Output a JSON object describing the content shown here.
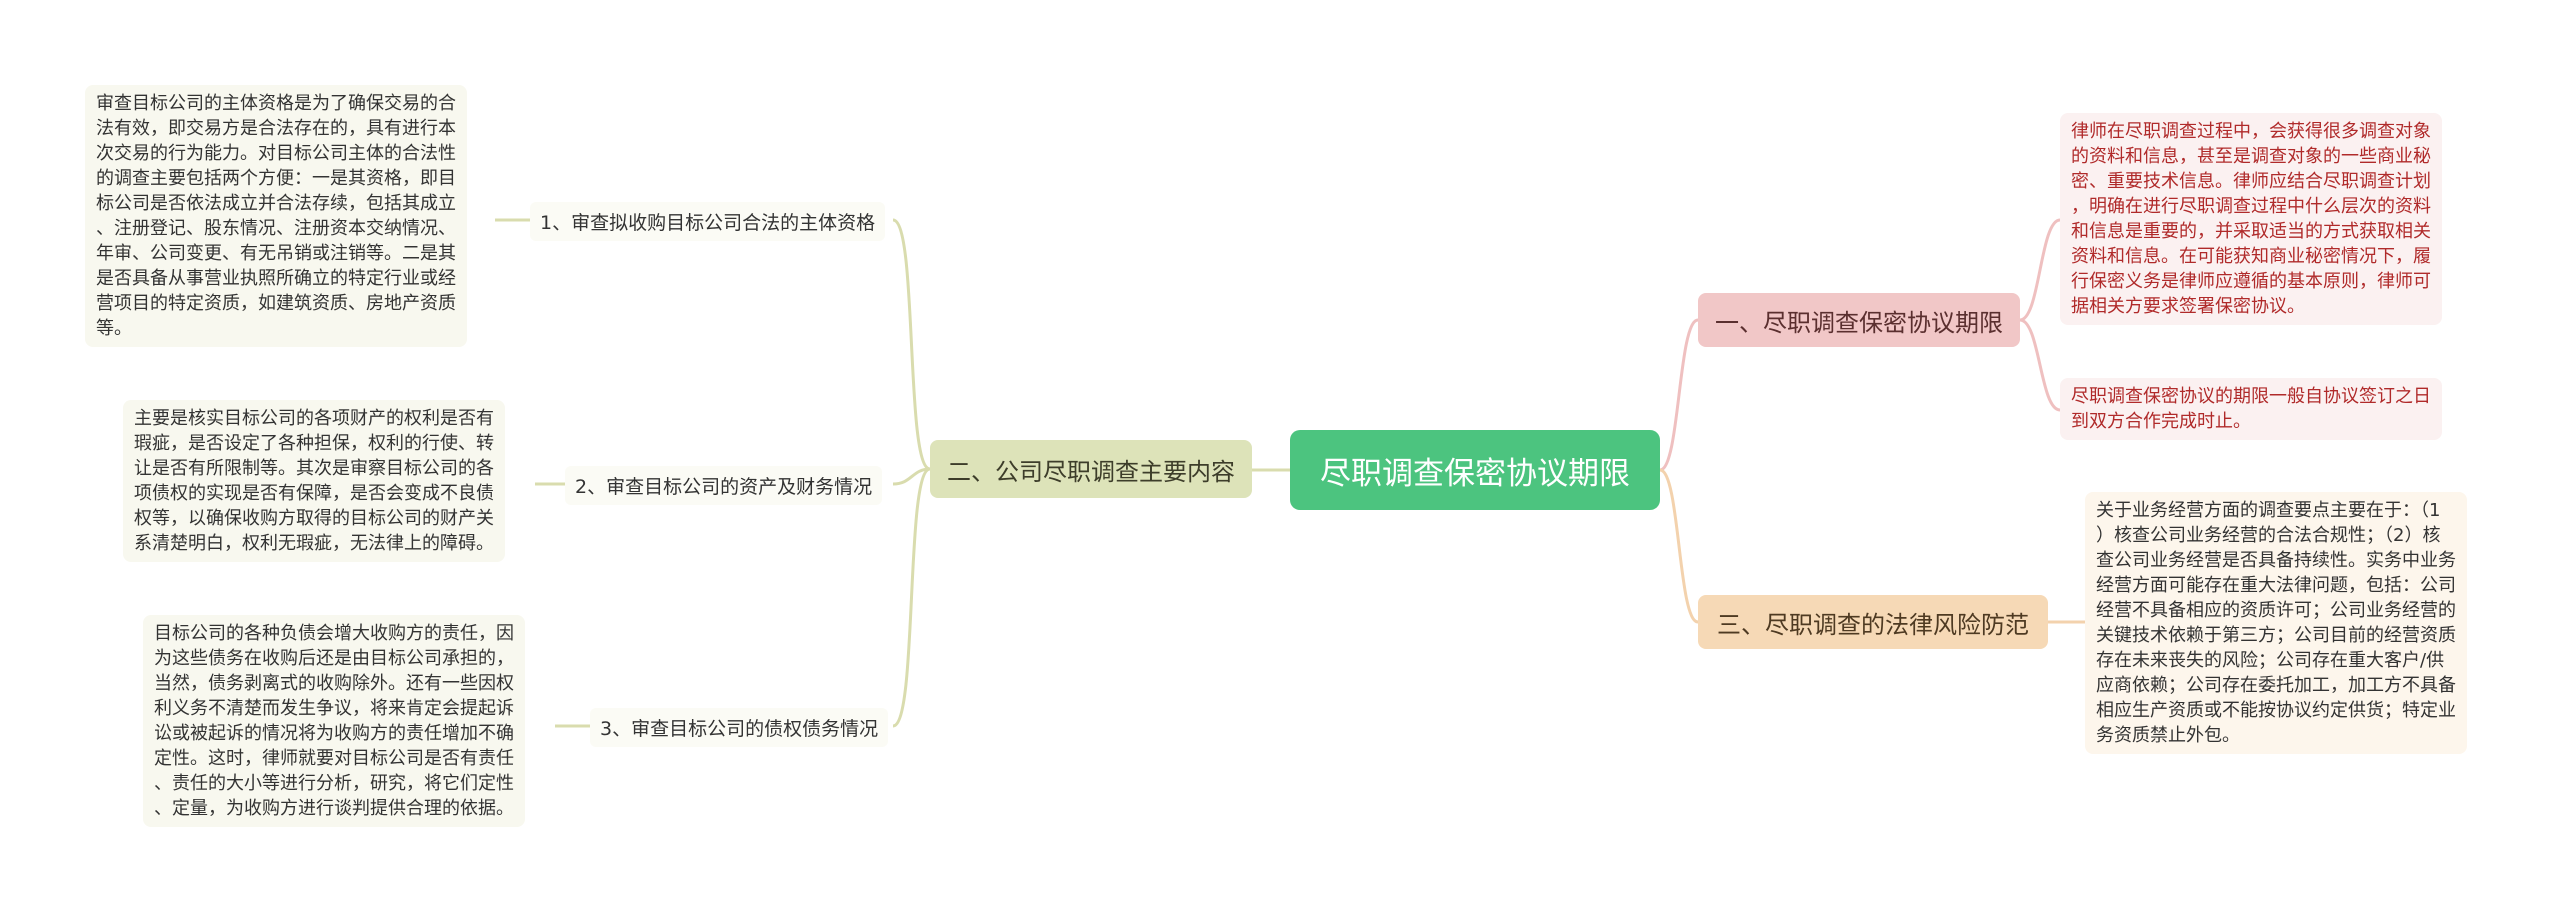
{
  "root": {
    "label": "尽职调查保密协议期限"
  },
  "left_branch": {
    "label": "二、公司尽职调查主要内容",
    "children": [
      {
        "label": "1、审查拟收购目标公司合法的主体资格",
        "detail": [
          "审查目标公司的主体资格是为了确保交易的合",
          "法有效，即交易方是合法存在的，具有进行本",
          "次交易的行为能力。对目标公司主体的合法性",
          "的调查主要包括两个方便：一是其资格，即目",
          "标公司是否依法成立并合法存续，包括其成立",
          "、注册登记、股东情况、注册资本交纳情况、",
          "年审、公司变更、有无吊销或注销等。二是其",
          "是否具备从事营业执照所确立的特定行业或经",
          "营项目的特定资质，如建筑资质、房地产资质",
          "等。"
        ]
      },
      {
        "label": "2、审查目标公司的资产及财务情况",
        "detail": [
          "主要是核实目标公司的各项财产的权利是否有",
          "瑕疵，是否设定了各种担保，权利的行使、转",
          "让是否有所限制等。其次是审察目标公司的各",
          "项债权的实现是否有保障，是否会变成不良债",
          "权等，以确保收购方取得的目标公司的财产关",
          "系清楚明白，权利无瑕疵，无法律上的障碍。"
        ]
      },
      {
        "label": "3、审查目标公司的债权债务情况",
        "detail": [
          "目标公司的各种负债会增大收购方的责任，因",
          "为这些债务在收购后还是由目标公司承担的，",
          "当然，债务剥离式的收购除外。还有一些因权",
          "利义务不清楚而发生争议，将来肯定会提起诉",
          "讼或被起诉的情况将为收购方的责任增加不确",
          "定性。这时，律师就要对目标公司是否有责任",
          "、责任的大小等进行分析，研究，将它们定性",
          "、定量，为收购方进行谈判提供合理的依据。"
        ]
      }
    ]
  },
  "right_branches": [
    {
      "label": "一、尽职调查保密协议期限",
      "children": [
        [
          "律师在尽职调查过程中，会获得很多调查对象",
          "的资料和信息，甚至是调查对象的一些商业秘",
          "密、重要技术信息。律师应结合尽职调查计划",
          "，明确在进行尽职调查过程中什么层次的资料",
          "和信息是重要的，并采取适当的方式获取相关",
          "资料和信息。在可能获知商业秘密情况下，履",
          "行保密义务是律师应遵循的基本原则，律师可",
          "据相关方要求签署保密协议。"
        ],
        [
          "尽职调查保密协议的期限一般自协议签订之日",
          "到双方合作完成时止。"
        ]
      ]
    },
    {
      "label": "三、尽职调查的法律风险防范",
      "children": [
        [
          "关于业务经营方面的调查要点主要在于：（1",
          "）核查公司业务经营的合法合规性；（2）核",
          "查公司业务经营是否具备持续性。实务中业务",
          "经营方面可能存在重大法律问题，包括：公司",
          "经营不具备相应的资质许可；公司业务经营的",
          "关键技术依赖于第三方；公司目前的经营资质",
          "存在未来丧失的风险；公司存在重大客户/供",
          "应商依赖；公司存在委托加工，加工方不具备",
          "相应生产资质或不能按协议约定供货；特定业",
          "务资质禁止外包。"
        ]
      ]
    }
  ],
  "colors": {
    "root": "#4cc47f",
    "left_branch": "#dde3b9",
    "right_branch_1": "#f1c7c7",
    "right_branch_3": "#f6d9b6",
    "link_left": "#d9dcae",
    "link_r1": "#efc0c0",
    "link_r3": "#f3d2ad"
  }
}
